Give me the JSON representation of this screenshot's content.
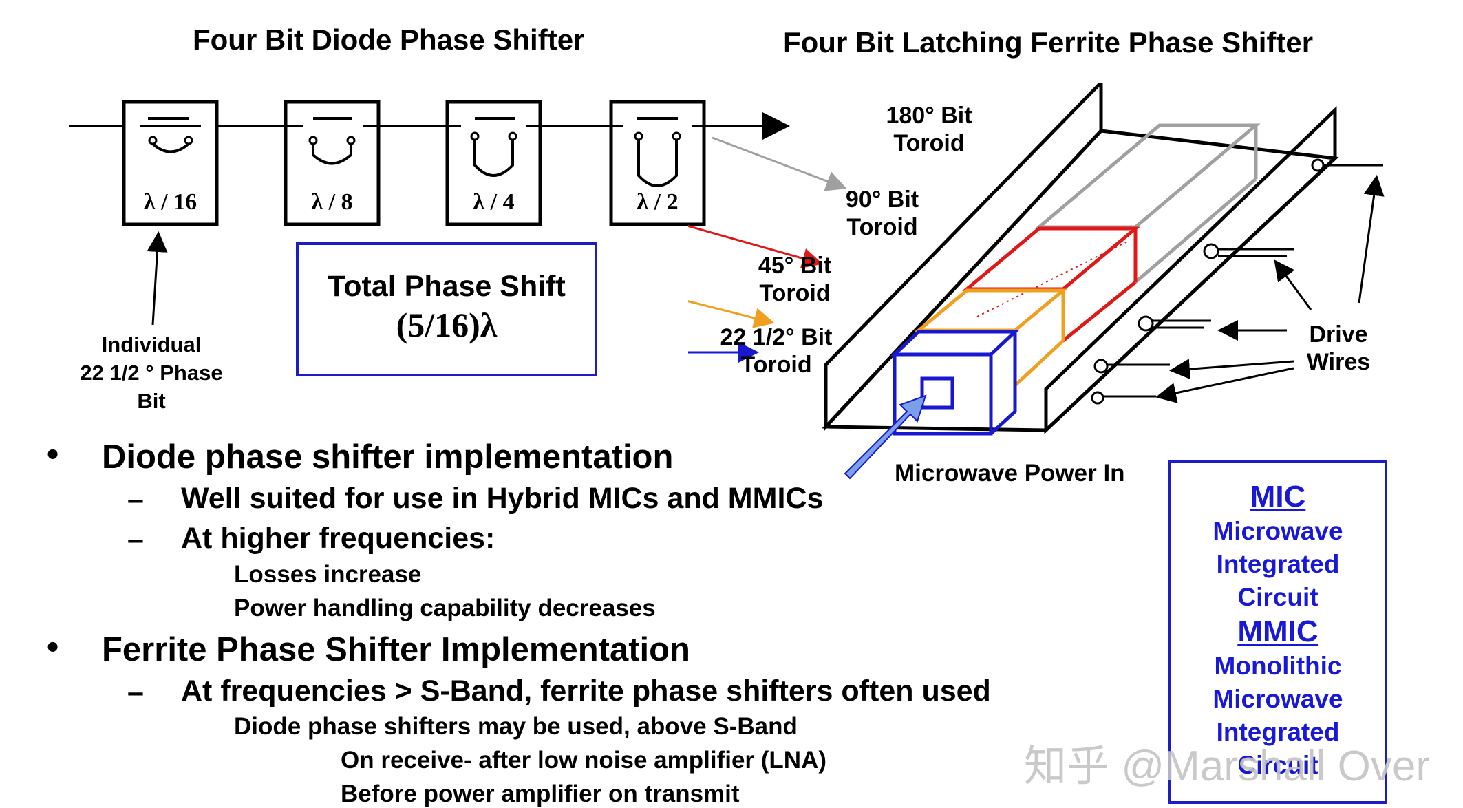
{
  "diode": {
    "title": "Four Bit Diode Phase Shifter",
    "bits": [
      "λ / 16",
      "λ / 8",
      "λ / 4",
      "λ / 2"
    ],
    "individual_label": [
      "Individual",
      "22 1/2 ° Phase",
      "Bit"
    ],
    "total_phase_shift_title": "Total Phase Shift",
    "total_phase_shift_value": "(5/16)λ"
  },
  "ferrite": {
    "title": "Four Bit Latching Ferrite Phase Shifter",
    "toroids": [
      {
        "line1": "180° Bit",
        "line2": "Toroid",
        "color": "#a0a0a0"
      },
      {
        "line1": "90° Bit",
        "line2": "Toroid",
        "color": "#e01818"
      },
      {
        "line1": "45° Bit",
        "line2": "Toroid",
        "color": "#f0a020"
      },
      {
        "line1": "22 1/2° Bit",
        "line2": "Toroid",
        "color": "#1818d0"
      }
    ],
    "drive_wires": [
      "Drive",
      "Wires"
    ],
    "microwave_power_in": "Microwave Power In"
  },
  "bullets": [
    {
      "text": "Diode phase shifter implementation",
      "subs": [
        {
          "text": "Well suited for use in Hybrid MICs and MMICs",
          "items": []
        },
        {
          "text": "At higher frequencies:",
          "items": [
            "Losses increase",
            "Power handling capability decreases"
          ]
        }
      ]
    },
    {
      "text": "Ferrite Phase Shifter Implementation",
      "subs": [
        {
          "text": "At frequencies > S-Band, ferrite phase shifters often used",
          "items": [
            "Diode phase shifters may be used, above S-Band"
          ],
          "deep": [
            "On receive- after low noise amplifier (LNA)",
            "Before power amplifier on transmit"
          ]
        }
      ]
    }
  ],
  "glossary": {
    "mic_head": "MIC",
    "mic_lines": [
      "Microwave",
      "Integrated",
      "Circuit"
    ],
    "mmic_head": "MMIC",
    "mmic_lines": [
      "Monolithic",
      "Microwave",
      "Integrated",
      "Circuit"
    ]
  },
  "watermark": "知乎 @Marshall Over",
  "colors": {
    "blue": "#1818d8",
    "gray_toroid": "#a0a0a0",
    "red_toroid": "#e01818",
    "orange_toroid": "#f0a020",
    "arrow_fill": "#7aa0e8"
  }
}
